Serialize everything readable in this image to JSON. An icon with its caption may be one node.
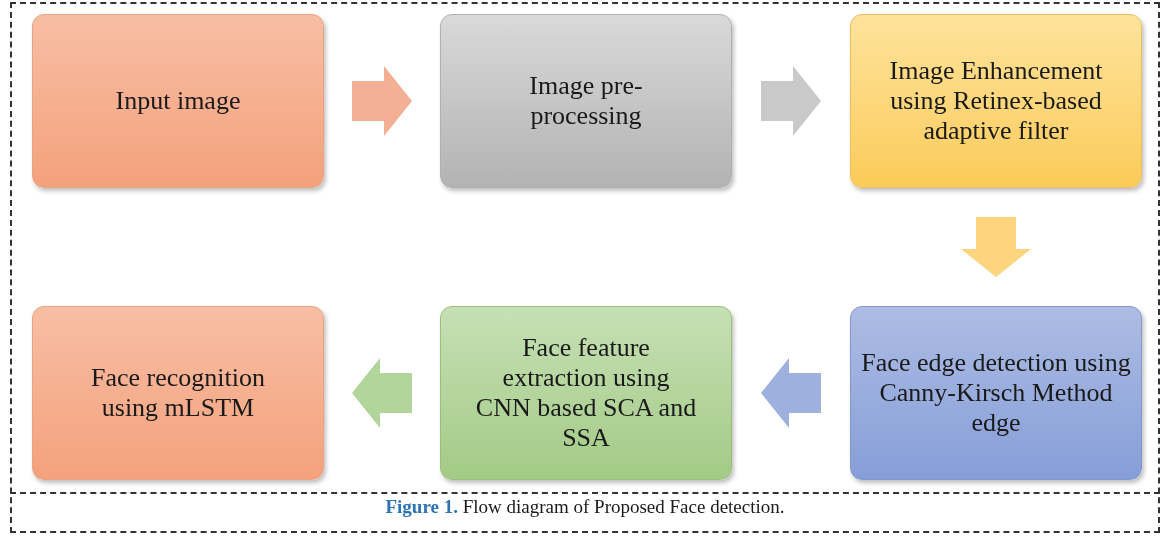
{
  "diagram": {
    "caption": "**Figure 1.** Flow diagram of Proposed Face detection.",
    "nodes": [
      {
        "text": [
          "Input image"
        ]
      },
      {
        "text": [
          "Image pre-processing"
        ]
      },
      {
        "text": [
          "Image Enhancement using Retinex-based adaptive filter"
        ]
      },
      {
        "text": [
          "Face edge detection using Canny-Kirsch Method edge"
        ]
      },
      {
        "text": [
          "Face feature extraction using CNN based SCA and SSA"
        ]
      },
      {
        "text": [
          "Face recognition using mLSTM"
        ]
      }
    ],
    "edges": [
      {
        "from": 0,
        "to": 1,
        "arrow": "to",
        "color": "#f4b094"
      },
      {
        "from": 1,
        "to": 2,
        "arrow": "to",
        "color": "#c9c9c9"
      },
      {
        "from": 2,
        "to": 3,
        "arrow": "to",
        "color": "#fdd57f"
      },
      {
        "from": 3,
        "to": 4,
        "arrow": "to",
        "color": "#9eb0dd"
      },
      {
        "from": 4,
        "to": 5,
        "arrow": "to",
        "color": "#b2d59b"
      }
    ]
  }
}
